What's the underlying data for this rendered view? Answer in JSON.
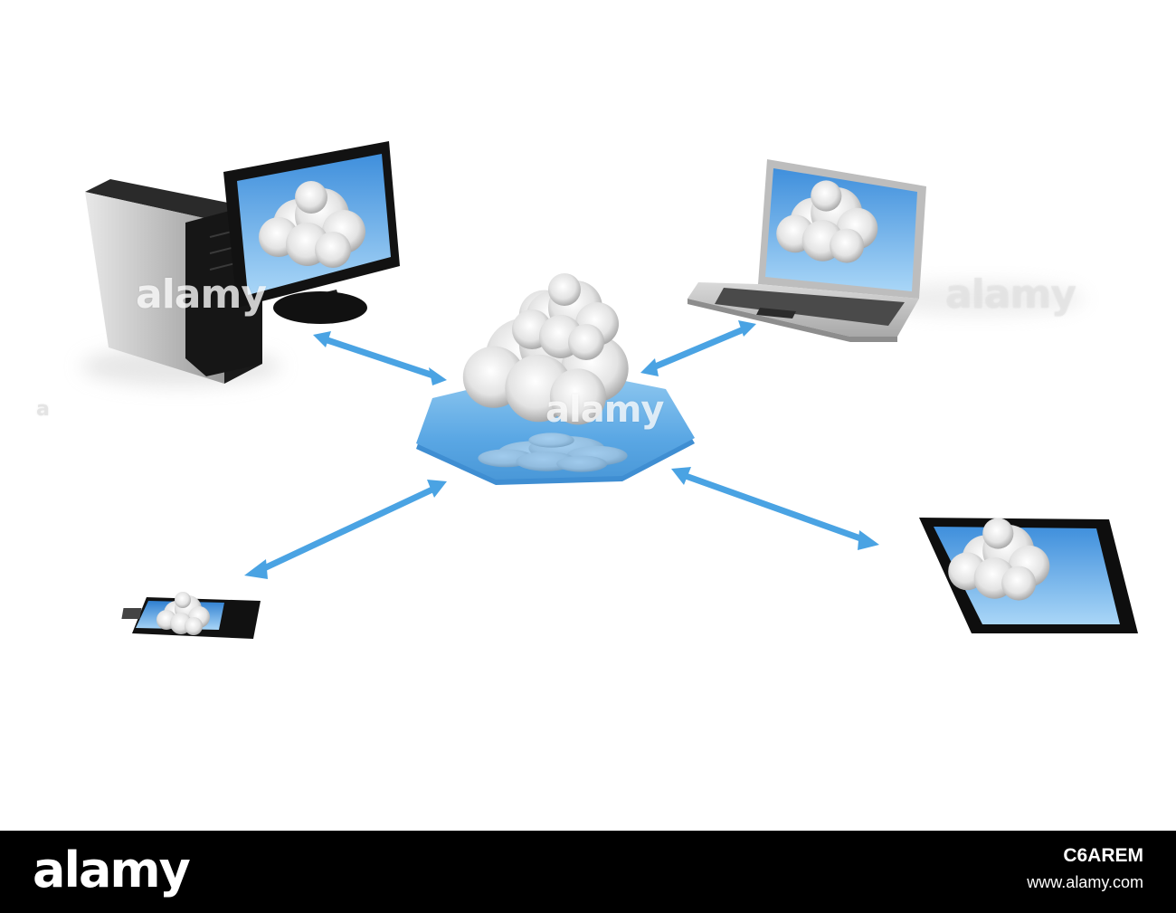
{
  "watermarks": [
    {
      "id": "desktop",
      "text": "alamy"
    },
    {
      "id": "hub",
      "text": "alamy"
    },
    {
      "id": "laptop",
      "text": "alamy"
    },
    {
      "id": "left-edge",
      "text": "a"
    }
  ],
  "footer": {
    "logo": "alamy",
    "image_id": "C6AREM",
    "url": "www.alamy.com"
  },
  "colors": {
    "background": "#ffffff",
    "arrow": "#4aa3e3",
    "hub_top": "#6fb3e8",
    "screen_sky": "#4a9be0",
    "device_black": "#1a1a1a",
    "footer_bg": "#000000"
  },
  "icons": [
    "desktop-computer-icon",
    "laptop-icon",
    "cloud-hub-icon",
    "smartphone-icon",
    "tablet-icon",
    "bidirectional-arrow-icon"
  ]
}
